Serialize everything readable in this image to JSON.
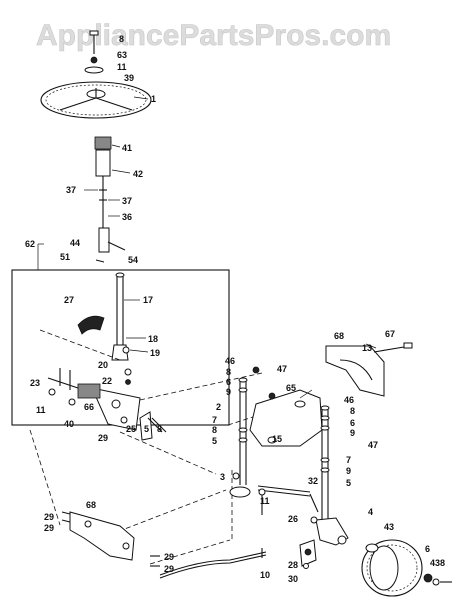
{
  "watermark": "AppliancePartsPros.com",
  "labels": {
    "l8a": "8",
    "l63": "63",
    "l11a": "11",
    "l39": "39",
    "l1": "1",
    "l41": "41",
    "l42": "42",
    "l37a": "37",
    "l37b": "37",
    "l36": "36",
    "l62": "62",
    "l44": "44",
    "l51": "51",
    "l54": "54",
    "l27": "27",
    "l17": "17",
    "l18": "18",
    "l19": "19",
    "l20": "20",
    "l22": "22",
    "l23": "23",
    "l11b": "11",
    "l66": "66",
    "l40": "40",
    "l29a": "29",
    "l25": "25",
    "l5a": "5",
    "l8b": "8",
    "l68a": "68",
    "l67": "67",
    "l13": "13",
    "l46a": "46",
    "l8c": "8",
    "l6a": "6",
    "l9a": "9",
    "l47a": "47",
    "l65": "65",
    "l2": "2",
    "l7a": "7",
    "l8d": "8",
    "l5b": "5",
    "l15": "15",
    "l46b": "46",
    "l8e": "8",
    "l6b": "6",
    "l9b": "9",
    "l47b": "47",
    "l7b": "7",
    "l9c": "9",
    "l5c": "5",
    "l3": "3",
    "l11c": "11",
    "l32": "32",
    "l26": "26",
    "l4": "4",
    "l43": "43",
    "l29b": "29",
    "l29c": "29",
    "l68b": "68",
    "l29d": "29",
    "l29e": "29",
    "l10": "10",
    "l28": "28",
    "l30": "30",
    "l6c": "6",
    "l438": "438"
  }
}
